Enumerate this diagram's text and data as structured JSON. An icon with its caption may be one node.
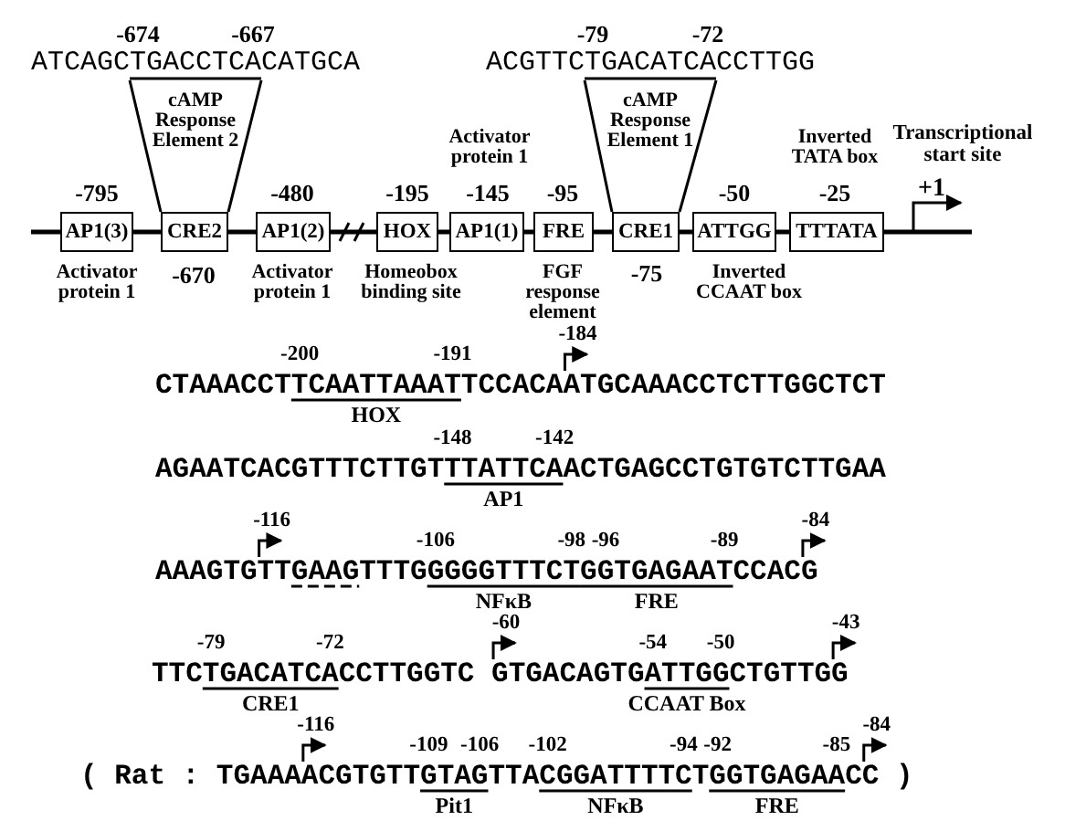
{
  "diagram": {
    "nodes": [
      {
        "text": [
          "ATCAGCTGACCTCACATGCA"
        ]
      },
      {
        "text": [
          "ACGTTCTGACATCACCTTGG"
        ]
      },
      {
        "text": [
          "AP1(3)"
        ],
        "beside": [
          "-795",
          "Activator protein 1"
        ]
      },
      {
        "text": [
          "CRE2"
        ],
        "beside": [
          "-670"
        ]
      },
      {
        "text": [
          "AP1(2)"
        ],
        "beside": [
          "-480",
          "Activator protein 1"
        ]
      },
      {
        "text": [
          "HOX"
        ],
        "beside": [
          "-195",
          "Homeobox binding site"
        ]
      },
      {
        "text": [
          "AP1(1)"
        ],
        "beside": [
          "Activator protein 1",
          "-145"
        ]
      },
      {
        "text": [
          "FRE"
        ],
        "beside": [
          "-95",
          "FGF response element"
        ]
      },
      {
        "text": [
          "CRE1"
        ],
        "beside": [
          "-75"
        ]
      },
      {
        "text": [
          "ATTGG"
        ],
        "beside": [
          "-50",
          "Inverted CCAAT box"
        ]
      },
      {
        "text": [
          "TTTATA"
        ],
        "beside": [
          "Inverted TATA box",
          "-25"
        ]
      }
    ],
    "edges": [
      {
        "from": 3,
        "to": 0,
        "arrow": "none"
      },
      {
        "from": 3,
        "to": 0,
        "arrow": "none"
      },
      {
        "from": 8,
        "to": 1,
        "arrow": "none"
      },
      {
        "from": 8,
        "to": 1,
        "arrow": "none"
      },
      {
        "from": 2,
        "to": 3,
        "arrow": "none"
      },
      {
        "from": 3,
        "to": 4,
        "arrow": "none"
      },
      {
        "from": 4,
        "to": 5,
        "arrow": "none"
      },
      {
        "from": 5,
        "to": 6,
        "arrow": "none"
      },
      {
        "from": 6,
        "to": 7,
        "arrow": "none"
      },
      {
        "from": 7,
        "to": 8,
        "arrow": "none"
      },
      {
        "from": 8,
        "to": 9,
        "arrow": "none"
      },
      {
        "from": 9,
        "to": 10,
        "arrow": "none"
      }
    ],
    "labels": [
      "-674",
      "-667",
      "cAMP Response Element 2",
      "-79",
      "-72",
      "cAMP Response Element 1",
      "Transcriptional start site",
      "+1",
      "-184",
      "-200",
      "-191",
      "CTAAACCTTCAATTAAATTCCACAATGCAAACCTCTTGGCTCT",
      "HOX",
      "-148",
      "-142",
      "AGAATCACGTTTCTTGTTTATTCAACTGAGCCTGTGTCTTGAA",
      "AP1",
      "-116",
      "-84",
      "-106",
      "-98",
      "-96",
      "-89",
      "AAAGTGTTGAAGTTTGGGGGTTTCTGGTGAGAATCCACG",
      "NFκB",
      "FRE",
      "-60",
      "-43",
      "-79",
      "-72",
      "-54",
      "-50",
      "TTCTGACATCACCTTGGTC GTGACAGTGATTGGCTGTTGG",
      "CRE1",
      "CCAAT Box",
      "-116",
      "-84",
      "-109",
      "-106",
      "-102",
      "-94",
      "-92",
      "-85",
      "( Rat : TGAAAACGTGTTGTAGTTACGGATTTTCTGGTGAGAACC )",
      "Pit1",
      "NFκB",
      "FRE"
    ]
  }
}
